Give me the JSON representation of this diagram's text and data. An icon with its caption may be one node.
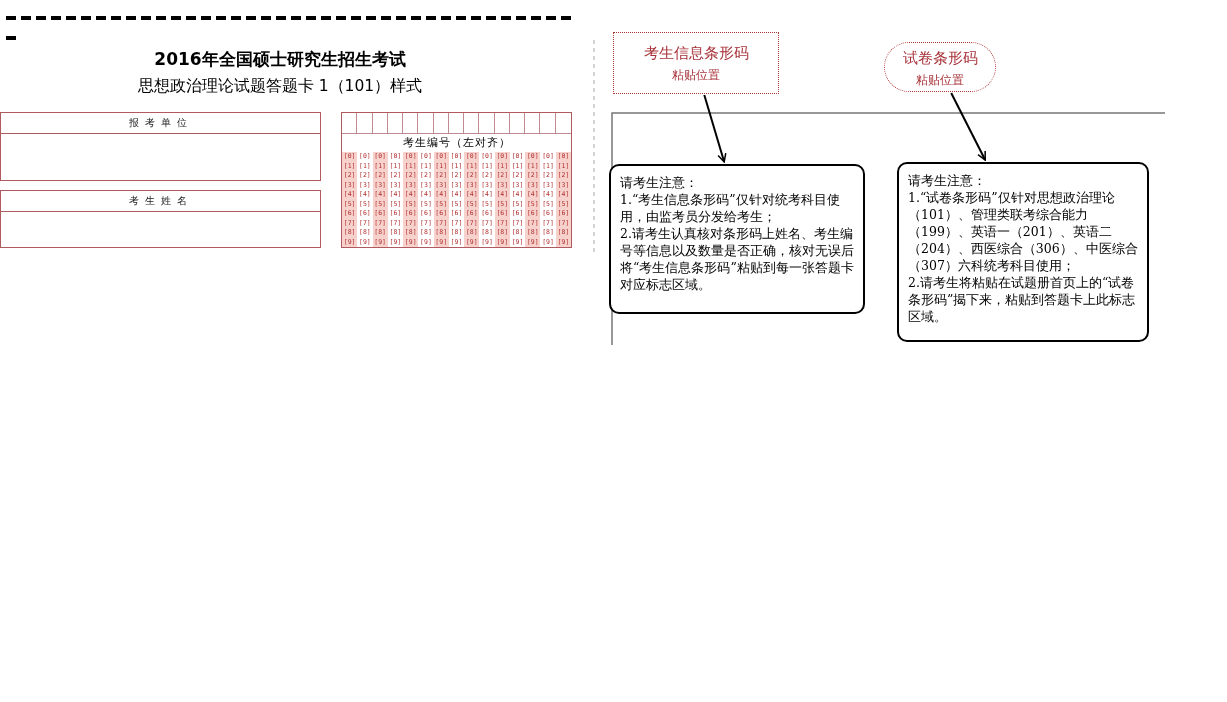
{
  "diagram": {
    "title": "2016年全国硕士研究生招生考试",
    "nodes": [
      {
        "text": [
          "报考单位"
        ]
      },
      {
        "text": [
          "考生姓名"
        ]
      },
      {
        "text": [
          "考生编号（左对齐）"
        ]
      },
      {
        "text": [
          "考生信息条形码",
          "粘贴位置"
        ]
      },
      {
        "text": [
          "试卷条形码",
          "粘贴位置"
        ]
      },
      {
        "text": [
          "请考生注意：",
          "1.“考生信息条形码”仅针对统考科目使用，由监考员分发给考生；",
          "2.请考生认真核对条形码上姓名、考生编号等信息以及数量是否正确，核对无误后将“考生信息条形码”粘贴到每一张答题卡对应标志区域。"
        ]
      },
      {
        "text": [
          "请考生注意：",
          "1.“试卷条形码”仅针对思想政治理论（101）、管理类联考综合能力（199）、英语一（201）、英语二（204）、西医综合（306）、中医综合（307）六科统考科目使用；",
          "2.请考生将粘贴在试题册首页上的“试卷条形码”揭下来，粘贴到答题卡上此标志区域。"
        ]
      }
    ],
    "edges": [
      {
        "from": 3,
        "to": 5,
        "arrow": "to"
      },
      {
        "from": 4,
        "to": 6,
        "arrow": "to"
      }
    ],
    "labels": [
      "思想政治理论试题答题卡 1（101）样式",
      "[0]",
      "[0]",
      "[0]",
      "[0]",
      "[0]",
      "[0]",
      "[0]",
      "[0]",
      "[0]",
      "[0]",
      "[0]",
      "[0]",
      "[0]",
      "[0]",
      "[0]",
      "[1]",
      "[1]",
      "[1]",
      "[1]",
      "[1]",
      "[1]",
      "[1]",
      "[1]",
      "[1]",
      "[1]",
      "[1]",
      "[1]",
      "[1]",
      "[1]",
      "[1]",
      "[2]",
      "[2]",
      "[2]",
      "[2]",
      "[2]",
      "[2]",
      "[2]",
      "[2]",
      "[2]",
      "[2]",
      "[2]",
      "[2]",
      "[2]",
      "[2]",
      "[2]",
      "[3]",
      "[3]",
      "[3]",
      "[3]",
      "[3]",
      "[3]",
      "[3]",
      "[3]",
      "[3]",
      "[3]",
      "[3]",
      "[3]",
      "[3]",
      "[3]",
      "[3]",
      "[4]",
      "[4]",
      "[4]",
      "[4]",
      "[4]",
      "[4]",
      "[4]",
      "[4]",
      "[4]",
      "[4]",
      "[4]",
      "[4]",
      "[4]",
      "[4]",
      "[4]",
      "[5]",
      "[5]",
      "[5]",
      "[5]",
      "[5]",
      "[5]",
      "[5]",
      "[5]",
      "[5]",
      "[5]",
      "[5]",
      "[5]",
      "[5]",
      "[5]",
      "[5]",
      "[6]",
      "[6]",
      "[6]",
      "[6]",
      "[6]",
      "[6]",
      "[6]",
      "[6]",
      "[6]",
      "[6]",
      "[6]",
      "[6]",
      "[6]",
      "[6]",
      "[6]",
      "[7]",
      "[7]",
      "[7]",
      "[7]",
      "[7]",
      "[7]",
      "[7]",
      "[7]",
      "[7]",
      "[7]",
      "[7]",
      "[7]",
      "[7]",
      "[7]",
      "[7]",
      "[8]",
      "[8]",
      "[8]",
      "[8]",
      "[8]",
      "[8]",
      "[8]",
      "[8]",
      "[8]",
      "[8]",
      "[8]",
      "[8]",
      "[8]",
      "[8]",
      "[8]",
      "[9]",
      "[9]",
      "[9]",
      "[9]",
      "[9]",
      "[9]",
      "[9]",
      "[9]",
      "[9]",
      "[9]",
      "[9]",
      "[9]",
      "[9]",
      "[9]",
      "[9]"
    ]
  }
}
